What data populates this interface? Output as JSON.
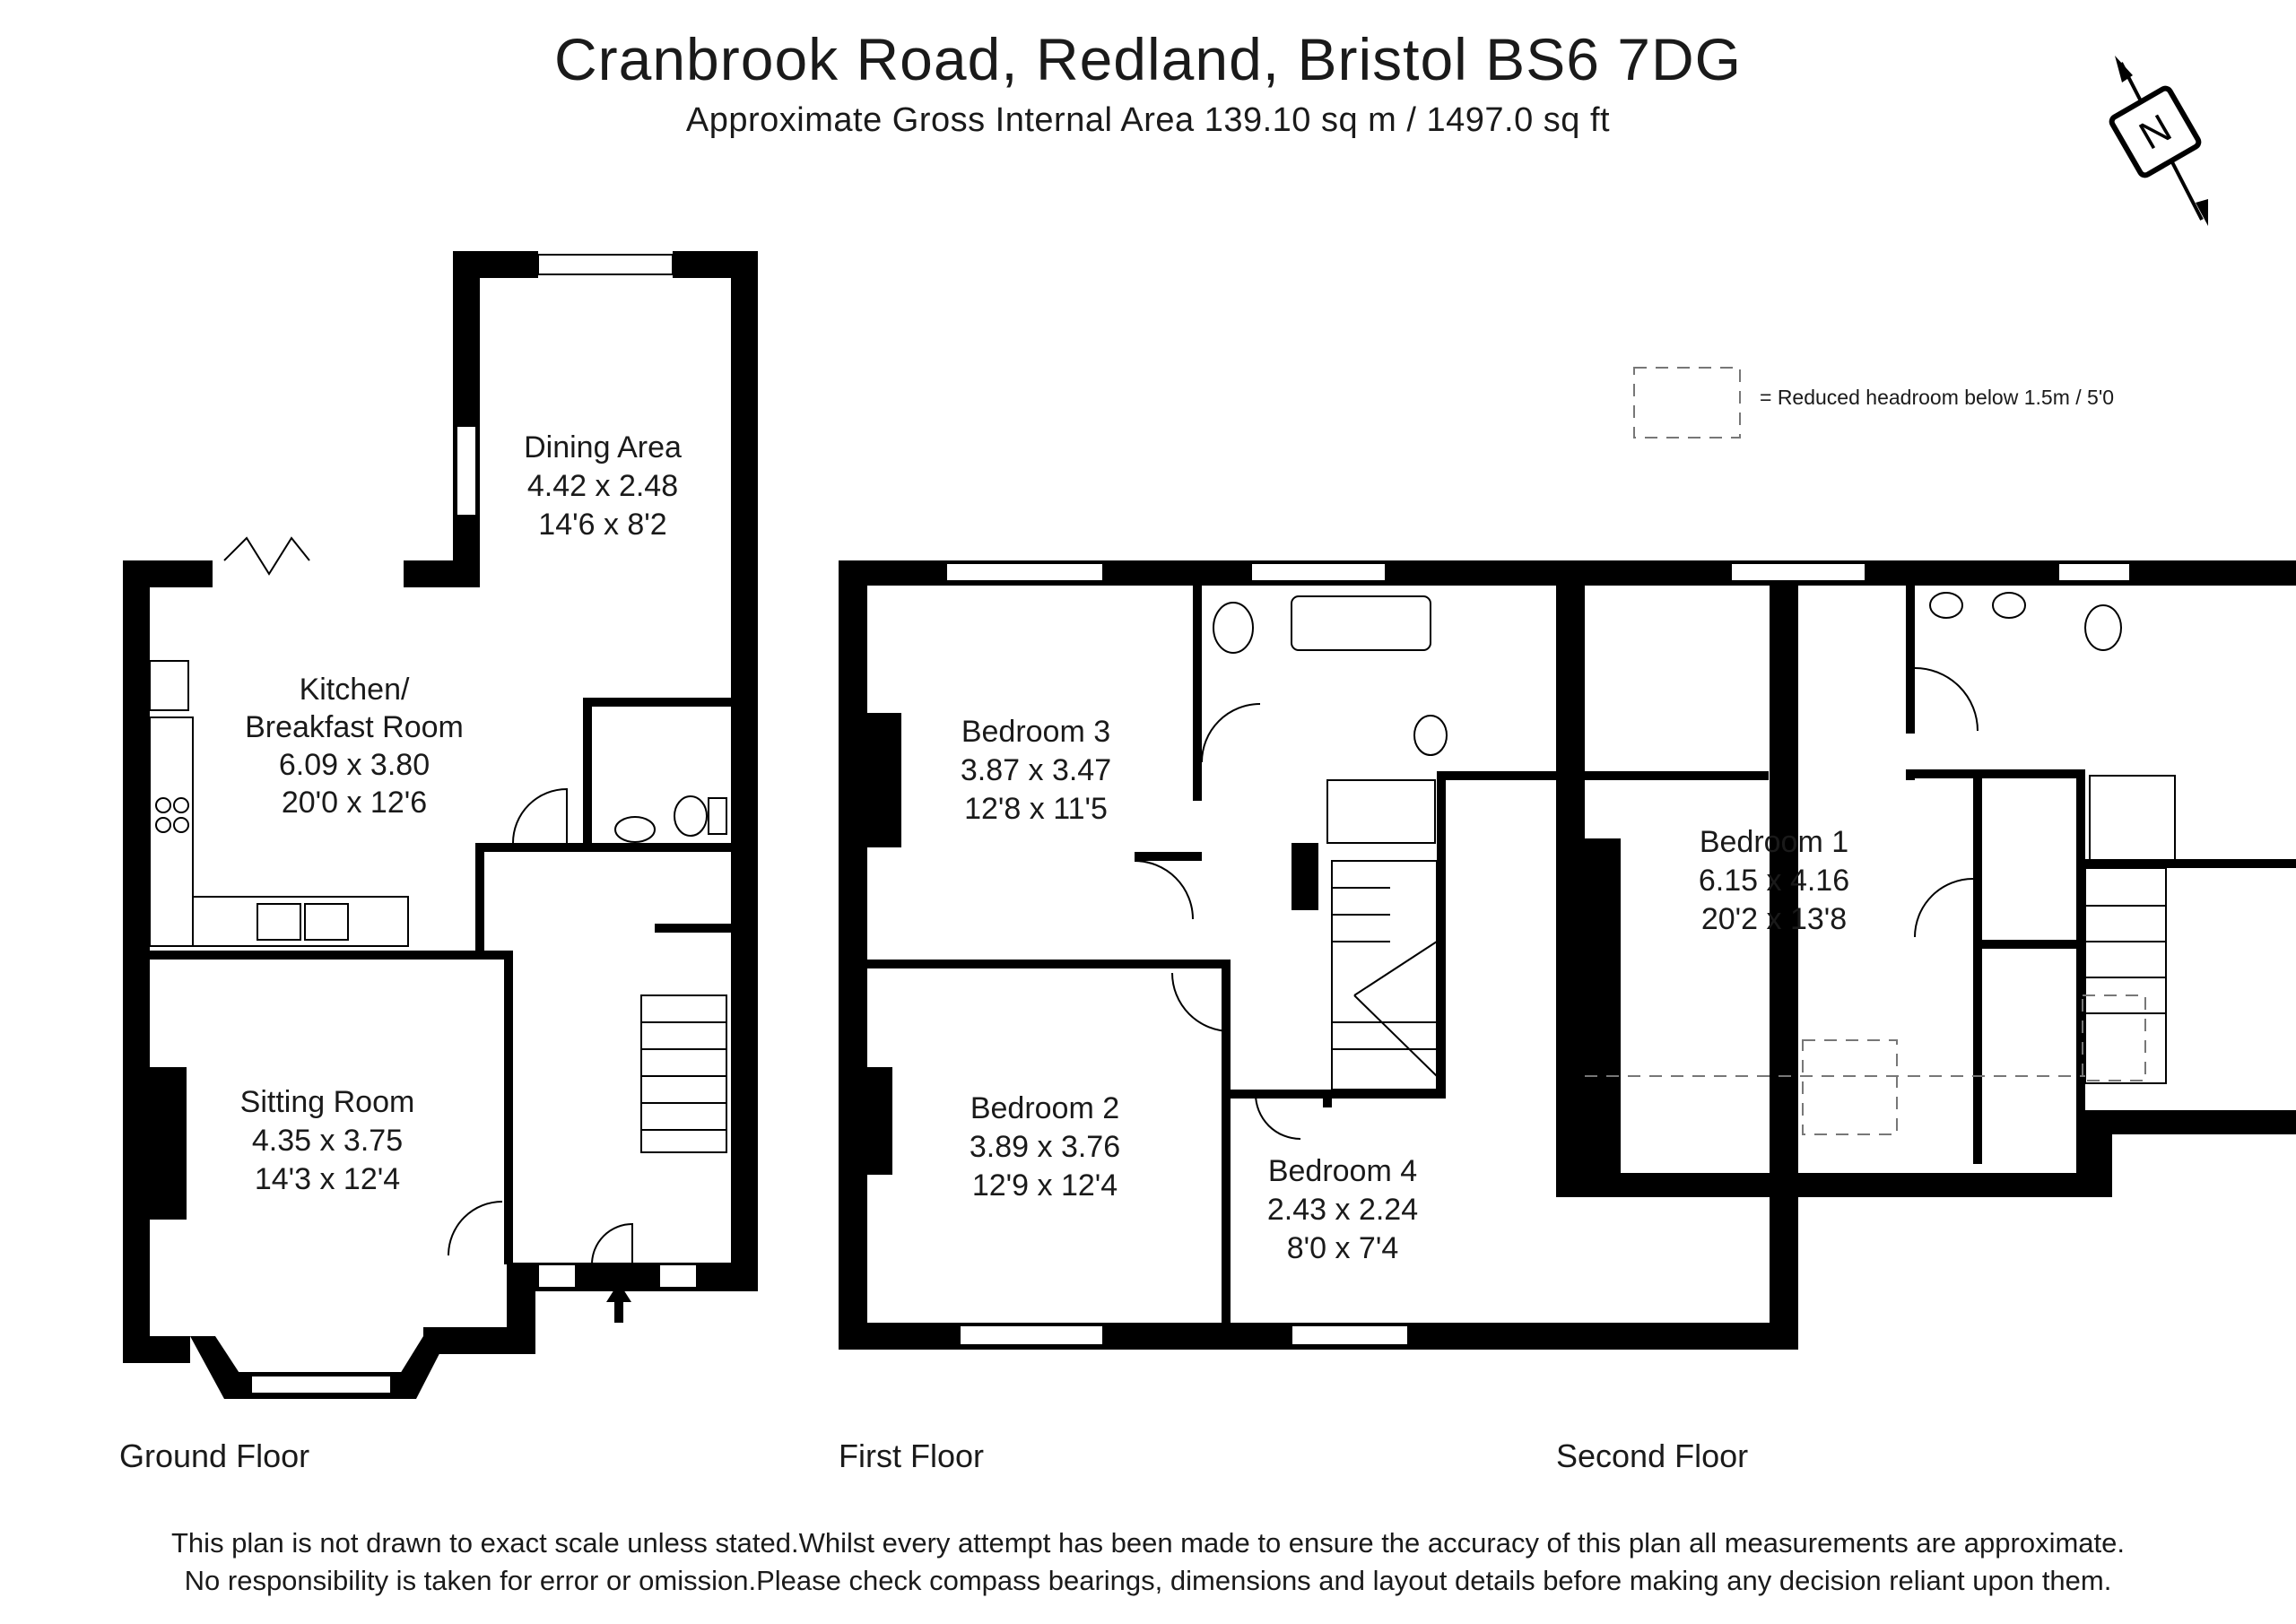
{
  "header": {
    "title": "Cranbrook Road, Redland, Bristol BS6 7DG",
    "subtitle": "Approximate Gross Internal Area 139.10 sq m / 1497.0 sq ft"
  },
  "legend": {
    "text": "=  Reduced headroom below 1.5m / 5'0"
  },
  "compass": {
    "letter": "N"
  },
  "floors": {
    "ground": {
      "label": "Ground Floor",
      "rooms": {
        "dining": {
          "name": "Dining Area",
          "metric": "4.42 x 2.48",
          "imperial": "14'6 x 8'2"
        },
        "kitchen": {
          "name1": "Kitchen/",
          "name2": "Breakfast Room",
          "metric": "6.09 x 3.80",
          "imperial": "20'0 x 12'6"
        },
        "sitting": {
          "name": "Sitting Room",
          "metric": "4.35 x 3.75",
          "imperial": "14'3 x 12'4"
        }
      }
    },
    "first": {
      "label": "First Floor",
      "rooms": {
        "bedroom3": {
          "name": "Bedroom 3",
          "metric": "3.87 x 3.47",
          "imperial": "12'8 x 11'5"
        },
        "bedroom2": {
          "name": "Bedroom 2",
          "metric": "3.89 x 3.76",
          "imperial": "12'9 x 12'4"
        },
        "bedroom4": {
          "name": "Bedroom 4",
          "metric": "2.43 x 2.24",
          "imperial": "8'0 x 7'4"
        }
      }
    },
    "second": {
      "label": "Second Floor",
      "rooms": {
        "bedroom1": {
          "name": "Bedroom 1",
          "metric": "6.15 x 4.16",
          "imperial": "20'2 x 13'8"
        }
      }
    }
  },
  "disclaimer": {
    "line1": "This plan is not drawn to exact scale unless stated.Whilst every attempt has been made to ensure the accuracy of this plan all measurements are approximate.",
    "line2": "No responsibility is taken for error or omission.Please check compass bearings, dimensions and layout details before making any decision reliant upon them."
  }
}
